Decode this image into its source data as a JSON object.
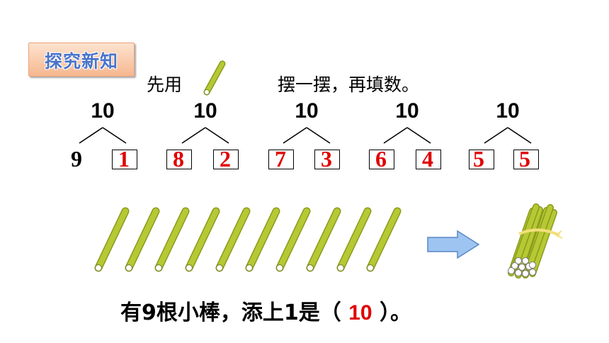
{
  "section_badge": "探究新知",
  "instruction": {
    "before": "先用",
    "after": "摆一摆，再填数。"
  },
  "decompositions": [
    {
      "total": "10",
      "left": "9",
      "right": "1",
      "given": "left"
    },
    {
      "total": "10",
      "left": "8",
      "right": "2"
    },
    {
      "total": "10",
      "left": "7",
      "right": "3"
    },
    {
      "total": "10",
      "left": "6",
      "right": "4"
    },
    {
      "total": "10",
      "left": "5",
      "right": "5"
    }
  ],
  "sentence": {
    "before": "有9根小棒，添上1是（",
    "answer": "10",
    "after": "）。"
  },
  "colors": {
    "stick": "#b6c934",
    "answer": "#e00000",
    "arrow": "#9ec4f2",
    "badge_text": "#4a73c9"
  },
  "icons": [
    "stick-icon",
    "right-arrow-icon",
    "stick-bundle-icon"
  ]
}
